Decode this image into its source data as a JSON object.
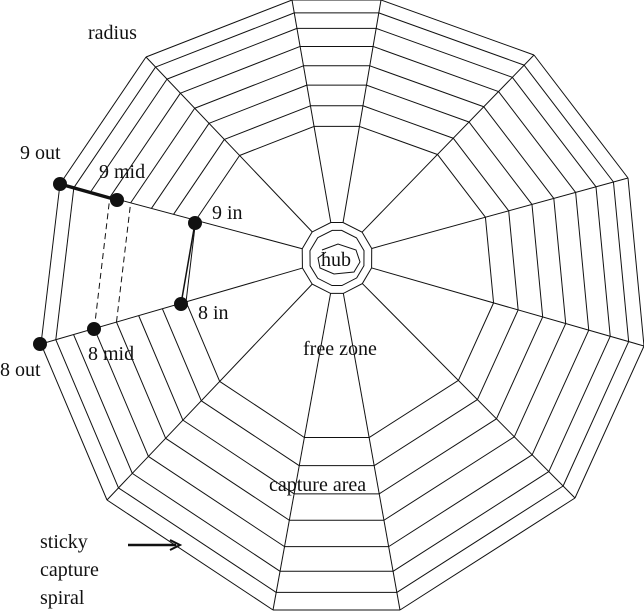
{
  "labels": {
    "radius": "radius",
    "nine_out": "9 out",
    "nine_mid": "9 mid",
    "nine_in": "9 in",
    "hub": "hub",
    "eight_in": "8 in",
    "free_zone": "free zone",
    "eight_mid": "8 mid",
    "eight_out": "8 out",
    "capture_area": "capture area",
    "spiral_line1": "sticky",
    "spiral_line2": "capture",
    "spiral_line3": "spiral"
  },
  "colors": {
    "ink": "#111111",
    "background": "#ffffff"
  }
}
